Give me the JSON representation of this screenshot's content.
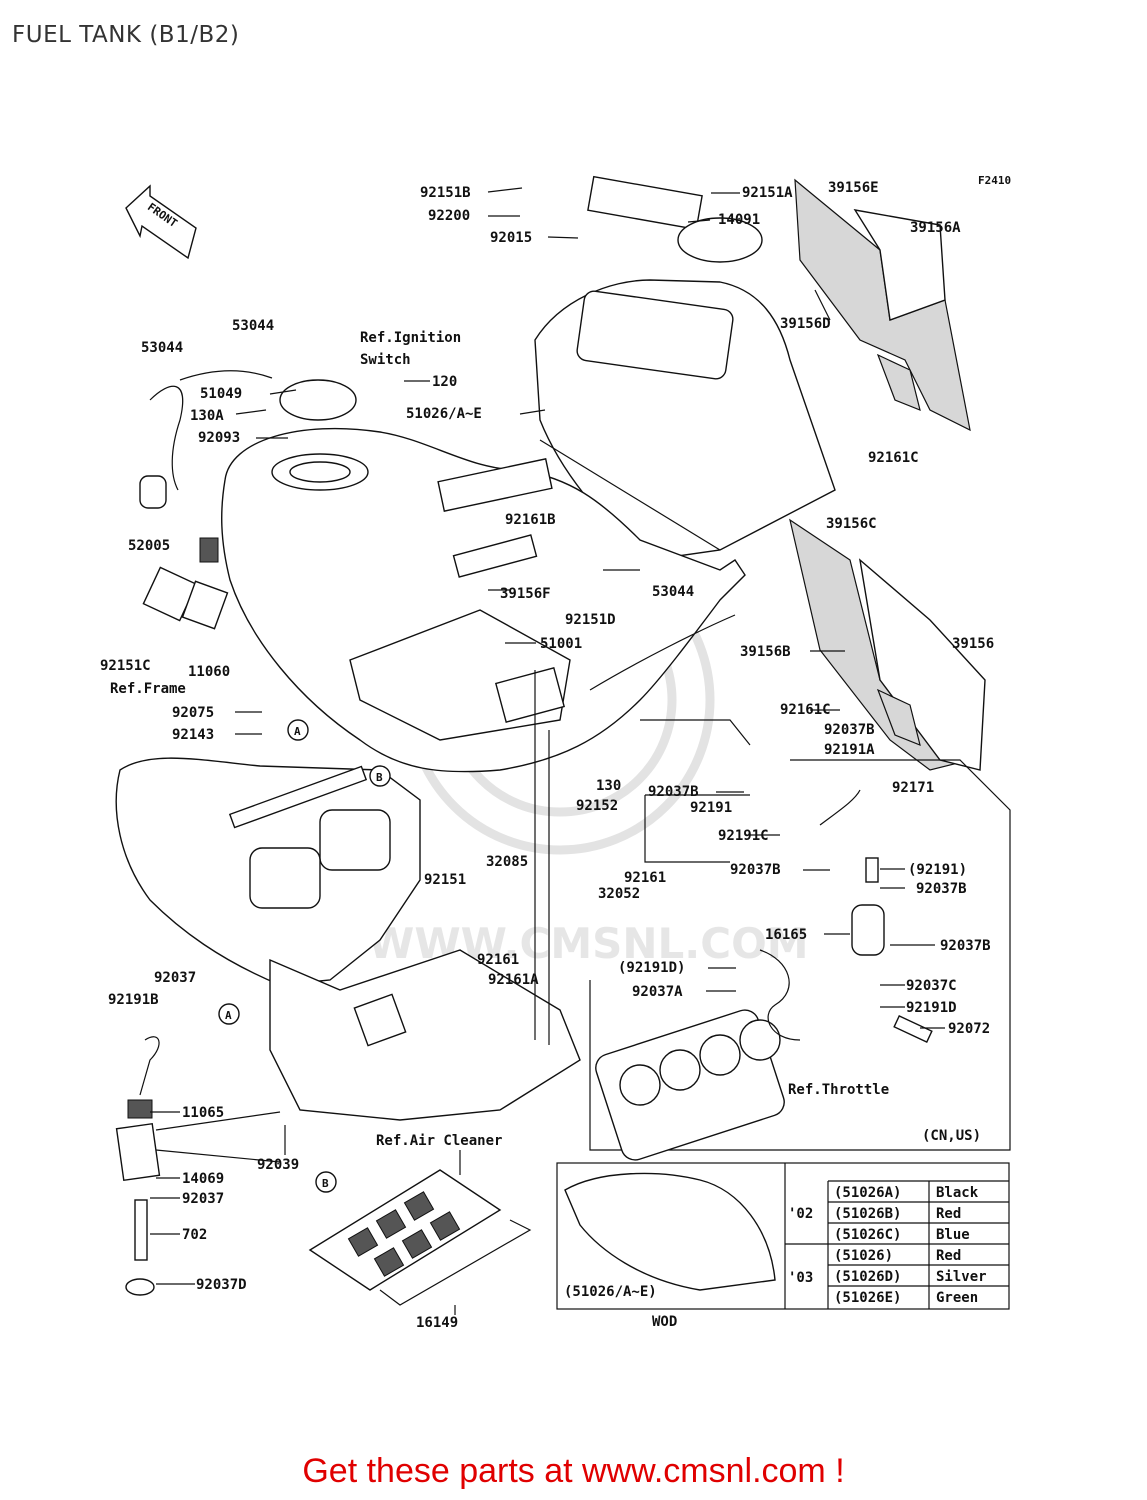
{
  "title": "FUEL TANK (B1/B2)",
  "figure_code": "F2410",
  "front_label": "FRONT",
  "watermark": "WWW.CMSNL.COM",
  "footer": "Get these parts at www.cmsnl.com !",
  "refs": {
    "ignition_1": "Ref.Ignition",
    "ignition_2": "Switch",
    "frame": "Ref.Frame",
    "air_cleaner": "Ref.Air Cleaner",
    "throttle": "Ref.Throttle",
    "region": "(CN,US)",
    "wod": "WOD",
    "tank_variants": "(51026/A~E)"
  },
  "callouts": {
    "A": "A",
    "B": "B"
  },
  "parts": {
    "p92151B": "92151B",
    "p92200": "92200",
    "p92015": "92015",
    "p92151A": "92151A",
    "p14091": "14091",
    "p39156E": "39156E",
    "p39156A": "39156A",
    "p39156D": "39156D",
    "p92161C_a": "92161C",
    "p53044_a": "53044",
    "p53044_b": "53044",
    "p51049": "51049",
    "p130A": "130A",
    "p92093": "92093",
    "p120": "120",
    "p51026AE": "51026/A~E",
    "p92161B": "92161B",
    "p39156C": "39156C",
    "p52005": "52005",
    "p39156F": "39156F",
    "p92151D": "92151D",
    "p53044_c": "53044",
    "p51001": "51001",
    "p39156B": "39156B",
    "p39156": "39156",
    "p92151C": "92151C",
    "p11060": "11060",
    "p92075": "92075",
    "p92143": "92143",
    "p92161C_b": "92161C",
    "p92037B_a": "92037B",
    "p92191A": "92191A",
    "p130": "130",
    "p92152": "92152",
    "p92037B_b": "92037B",
    "p92191": "92191",
    "p92171": "92171",
    "p32085": "32085",
    "p92151": "92151",
    "p92161_a": "92161",
    "p32052": "32052",
    "p92191C": "92191C",
    "p92037B_c": "92037B",
    "p92191_paren": "(92191)",
    "p92037B_d": "92037B",
    "p16165": "16165",
    "p92037B_e": "92037B",
    "p92161_b": "92161",
    "p92161A": "92161A",
    "p92191D_paren": "(92191D)",
    "p92037C": "92037C",
    "p92037A": "92037A",
    "p92191D": "92191D",
    "p92072": "92072",
    "p92037_a": "92037",
    "p92191B": "92191B",
    "p11065": "11065",
    "p92039": "92039",
    "p14069": "14069",
    "p92037_b": "92037",
    "p702": "702",
    "p92037D": "92037D",
    "p16149": "16149"
  },
  "color_table": {
    "rows": [
      {
        "year": "'02",
        "part": "(51026A)",
        "color": "Black"
      },
      {
        "year": "",
        "part": "(51026B)",
        "color": "Red"
      },
      {
        "year": "",
        "part": "(51026C)",
        "color": "Blue"
      },
      {
        "year": "'03",
        "part": "(51026)",
        "color": "Red"
      },
      {
        "year": "",
        "part": "(51026D)",
        "color": "Silver"
      },
      {
        "year": "",
        "part": "(51026E)",
        "color": "Green"
      }
    ]
  },
  "colors": {
    "footer": "#e00000",
    "line": "#111111"
  }
}
